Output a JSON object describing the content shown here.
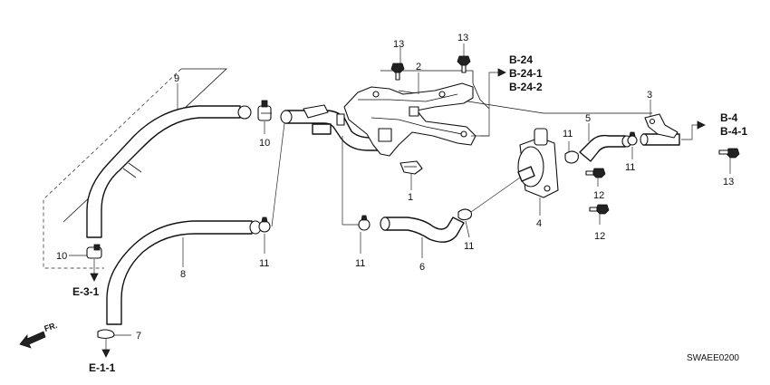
{
  "diagram": {
    "code": "SWAEE0200",
    "direction_label": "FR.",
    "parts": {
      "p1": "1",
      "p2": "2",
      "p3": "3",
      "p4": "4",
      "p5": "5",
      "p6": "6",
      "p7": "7",
      "p8": "8",
      "p9": "9",
      "p10a": "10",
      "p10b": "10",
      "p11a": "11",
      "p11b": "11",
      "p11c": "11",
      "p11d": "11",
      "p11e": "11",
      "p12a": "12",
      "p12b": "12",
      "p13a": "13",
      "p13b": "13",
      "p13c": "13"
    },
    "refs": {
      "b24": "B-24",
      "b241": "B-24-1",
      "b242": "B-24-2",
      "b4": "B-4",
      "b41": "B-4-1",
      "e31": "E-3-1",
      "e11": "E-1-1"
    }
  }
}
